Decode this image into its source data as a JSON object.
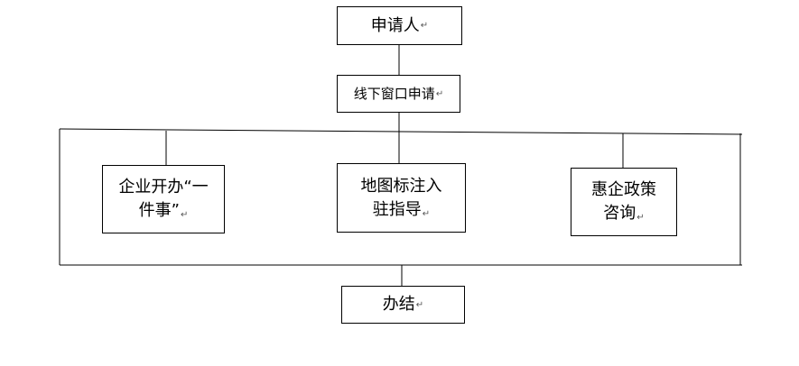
{
  "nodes": {
    "applicant": {
      "text": "申请人",
      "mark": "↵"
    },
    "offline": {
      "text": "线下窗口申请",
      "mark": "↵"
    },
    "branch1": {
      "line1": "企业开办“一",
      "line2": "件事”",
      "mark": "↵"
    },
    "branch2": {
      "line1": "地图标注入",
      "line2": "驻指导",
      "mark": "↵"
    },
    "branch3": {
      "line1": "惠企政策",
      "line2": "咨询",
      "mark": "↵"
    },
    "done": {
      "text": "办结",
      "mark": "↵"
    }
  }
}
